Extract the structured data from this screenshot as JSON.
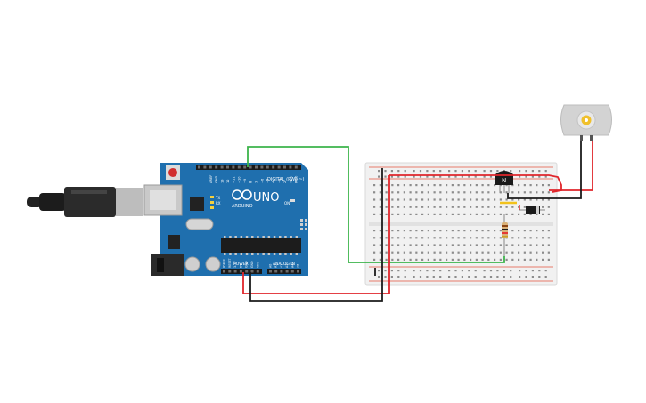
{
  "arduino": {
    "brand": "ARDUINO",
    "model": "UNO",
    "digital_label": "DIGITAL (PWM~)",
    "power_label": "POWER",
    "analog_label": "ANALOG IN",
    "aref": "AREF",
    "gnd": "GND",
    "tx": "TX",
    "rx": "RX",
    "on": "ON",
    "digital_pins": [
      "13",
      "12",
      "~11",
      "~10",
      "~9",
      "8",
      "7",
      "~6",
      "~5",
      "4",
      "~3",
      "2",
      "TX 1",
      "RX 0"
    ],
    "power_pins": [
      "IOREF",
      "RESET",
      "3.3V",
      "5V",
      "GND",
      "GND",
      "VIN"
    ],
    "analog_pins": [
      "A0",
      "A1",
      "A2",
      "A3",
      "A4",
      "A5"
    ]
  },
  "transistor": {
    "label": "N"
  },
  "colors": {
    "board": "#1f6fae",
    "board_dark": "#185a8e",
    "wire_red": "#e0262b",
    "wire_black": "#1b1b1b",
    "wire_green": "#3cb44b",
    "breadboard": "#f1f1f1"
  },
  "icons": [
    "usb-cable-icon",
    "dc-motor-icon",
    "npn-transistor-icon",
    "diode-icon",
    "resistor-icon"
  ]
}
